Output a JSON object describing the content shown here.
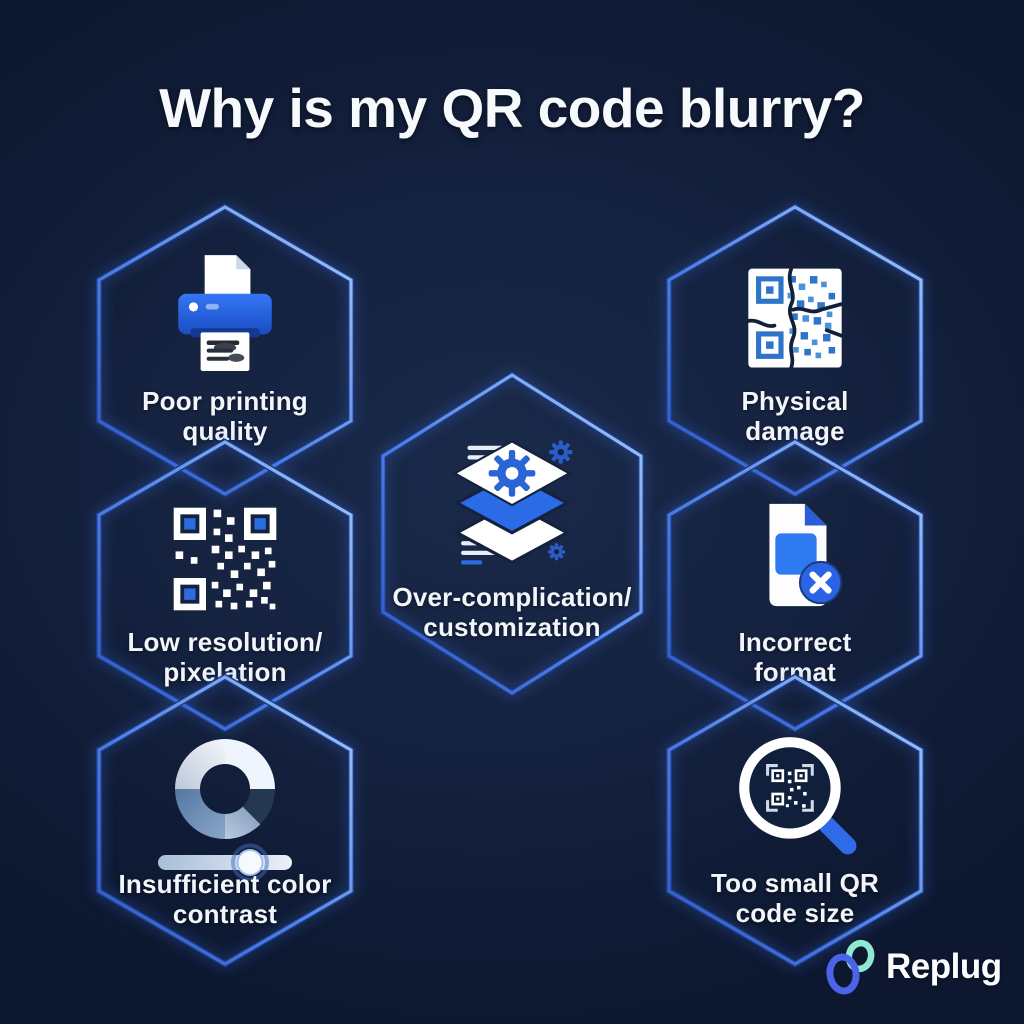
{
  "title": "Why is my QR code blurry?",
  "colors": {
    "background": "#152240",
    "hexagon_stroke_dark": "#1c3a85",
    "hexagon_stroke_light": "#a8ccf8",
    "hexagon_stroke_mid": "#4f82e4",
    "accent_blue": "#2b6be8",
    "text": "#f2f6fb",
    "logo_teal": "#8fe8d4",
    "logo_blue": "#4a63e8"
  },
  "cards": [
    {
      "id": "poor-printing-quality",
      "icon": "printer-icon",
      "label": "Poor printing\nquality"
    },
    {
      "id": "physical-damage",
      "icon": "cracked-qr-icon",
      "label": "Physical\ndamage"
    },
    {
      "id": "low-resolution-pixelation",
      "icon": "qr-code-icon",
      "label": "Low resolution/\npixelation"
    },
    {
      "id": "over-complication-customization",
      "icon": "layers-gear-icon",
      "label": "Over-complication/\ncustomization"
    },
    {
      "id": "incorrect-format",
      "icon": "document-error-icon",
      "label": "Incorrect\nformat"
    },
    {
      "id": "insufficient-color-contrast",
      "icon": "contrast-slider-icon",
      "label": "Insufficient color\ncontrast"
    },
    {
      "id": "too-small-qr-code-size",
      "icon": "magnifier-qr-icon",
      "label": "Too small QR\ncode size"
    }
  ],
  "logo": {
    "text": "Replug"
  }
}
